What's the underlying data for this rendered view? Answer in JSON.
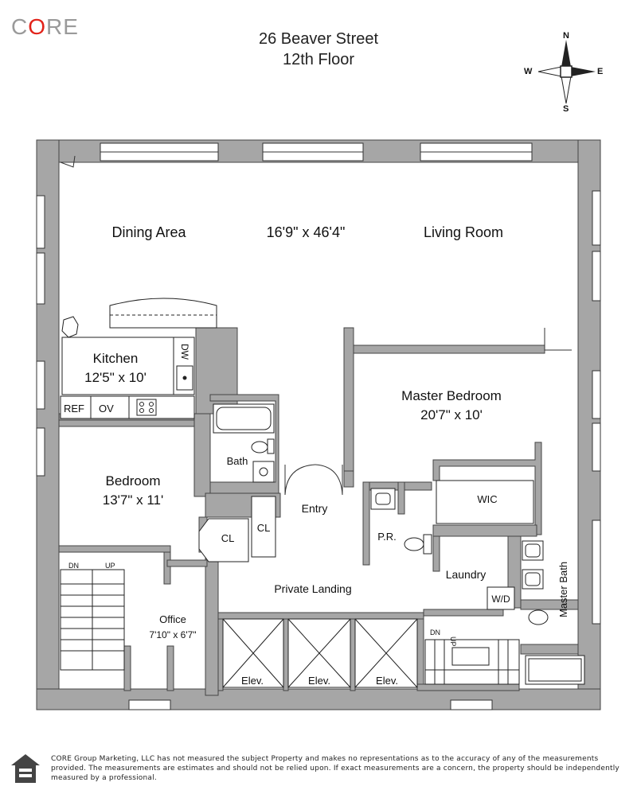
{
  "brand": {
    "logo_text": "CORE"
  },
  "header": {
    "address": "26 Beaver Street",
    "floor": "12th Floor"
  },
  "compass": {
    "n": "N",
    "s": "S",
    "e": "E",
    "w": "W"
  },
  "rooms": {
    "dining": "Dining Area",
    "great_room_dims": "16'9\" x 46'4\"",
    "living": "Living Room",
    "kitchen": "Kitchen",
    "kitchen_dims": "12'5\" x 10'",
    "dw": "DW",
    "ref": "REF",
    "ov": "OV",
    "master_bedroom": "Master Bedroom",
    "master_bedroom_dims": "20'7\" x 10'",
    "bath": "Bath",
    "bedroom": "Bedroom",
    "bedroom_dims": "13'7\" x 11'",
    "entry": "Entry",
    "wic": "WIC",
    "pr": "P.R.",
    "cl": "CL",
    "private_landing": "Private Landing",
    "laundry": "Laundry",
    "wd": "W/D",
    "master_bath": "Master Bath",
    "office": "Office",
    "office_dims": "7'10\" x 6'7\"",
    "elev": "Elev.",
    "dn": "DN",
    "up": "UP"
  },
  "footer": {
    "disclaimer": "CORE Group Marketing, LLC has not measured the subject Property and makes no representations as to the accuracy of any of the measurements provided. The measurements are estimates and should not be relied upon. If exact measurements are a concern, the property should be independently measured by a professional."
  }
}
